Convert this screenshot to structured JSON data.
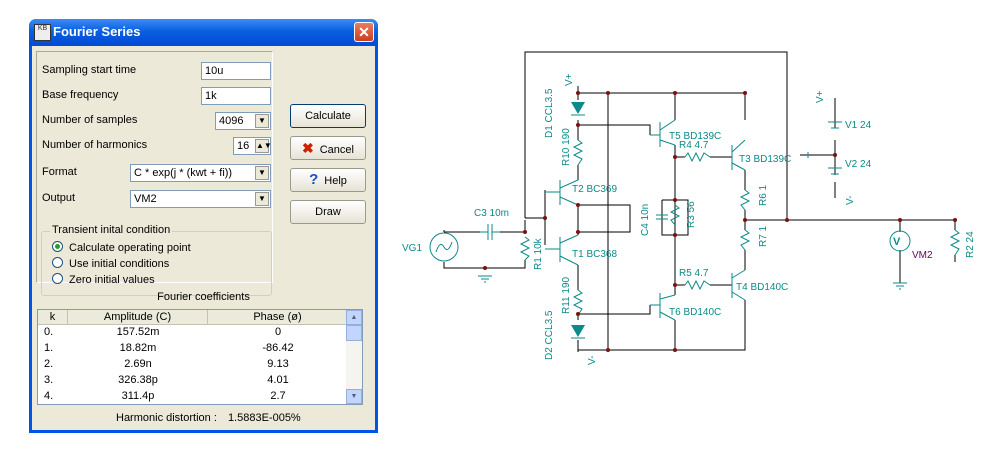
{
  "dialog": {
    "title": "Fourier Series",
    "icon_text": "KB",
    "close_glyph": "✕",
    "fields": {
      "sampling_start_time": {
        "label": "Sampling start time",
        "value": "10u"
      },
      "base_frequency": {
        "label": "Base frequency",
        "value": "1k"
      },
      "number_of_samples": {
        "label": "Number of samples",
        "value": "4096"
      },
      "number_of_harmonics": {
        "label": "Number of harmonics",
        "value": "16"
      },
      "format": {
        "label": "Format",
        "value": "C * exp(j * (kwt + fi))"
      },
      "output": {
        "label": "Output",
        "value": "VM2"
      }
    },
    "transient_group": {
      "title": "Transient inital condition",
      "options": [
        "Calculate operating point",
        "Use initial conditions",
        "Zero initial values"
      ],
      "selected_index": 0
    },
    "buttons": {
      "calculate": "Calculate",
      "cancel": "Cancel",
      "cancel_icon": "✖",
      "help": "Help",
      "help_icon": "?",
      "draw": "Draw"
    },
    "coefficients": {
      "title": "Fourier coefficients",
      "columns": [
        "k",
        "Amplitude (C)",
        "Phase (ø)"
      ],
      "rows": [
        [
          "0.",
          "157.52m",
          "0"
        ],
        [
          "1.",
          "18.82m",
          "-86.42"
        ],
        [
          "2.",
          "2.69n",
          "9.13"
        ],
        [
          "3.",
          "326.38p",
          "4.01"
        ],
        [
          "4.",
          "311.4p",
          "2.7"
        ]
      ]
    },
    "harmonic_distortion": {
      "label": "Harmonic distortion :",
      "value": "1.5883E-005%"
    }
  },
  "schematic": {
    "labels": {
      "vg1": "VG1",
      "c3": "C3 10m",
      "r1": "R1 10k",
      "d1": "D1 CCL3.5",
      "d2": "D2 CCL3.5",
      "r10": "R10 190",
      "r11": "R11 190",
      "t2": "T2 BC369",
      "t1": "T1 BC368",
      "t5": "T5 BD139C",
      "t6": "T6 BD140C",
      "t3": "T3 BD139C",
      "t4": "T4 BD140C",
      "r4": "R4 4.7",
      "r5": "R5 4.7",
      "c4": "C4 10n",
      "r3": "R3 56",
      "r6": "R6 1",
      "r7": "R7 1",
      "v1": "V1 24",
      "v2": "V2 24",
      "vm2": "VM2",
      "r2": "R2 24",
      "vplus": "V+",
      "vminus": "V-"
    },
    "colors": {
      "wire": "#000000",
      "component": "#0b8a8a",
      "probe": "#660066",
      "diode": "#0b8a8a"
    }
  }
}
